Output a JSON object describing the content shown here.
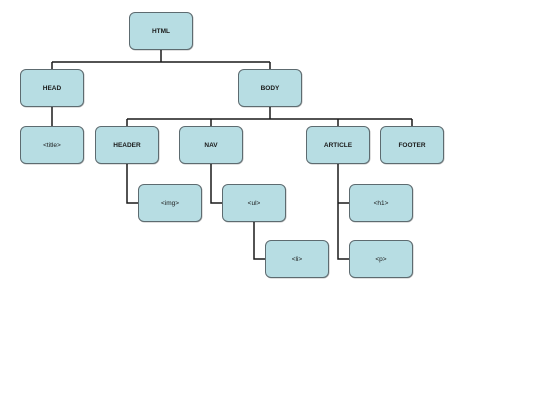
{
  "nodes": {
    "html": "HTML",
    "head": "HEAD",
    "body": "BODY",
    "title": "<title>",
    "header": "HEADER",
    "nav": "NAV",
    "article": "ARTICLE",
    "footer": "FOOTER",
    "img": "<img>",
    "ul": "<ul>",
    "li": "<li>",
    "h1": "<h1>",
    "p": "<p>"
  }
}
